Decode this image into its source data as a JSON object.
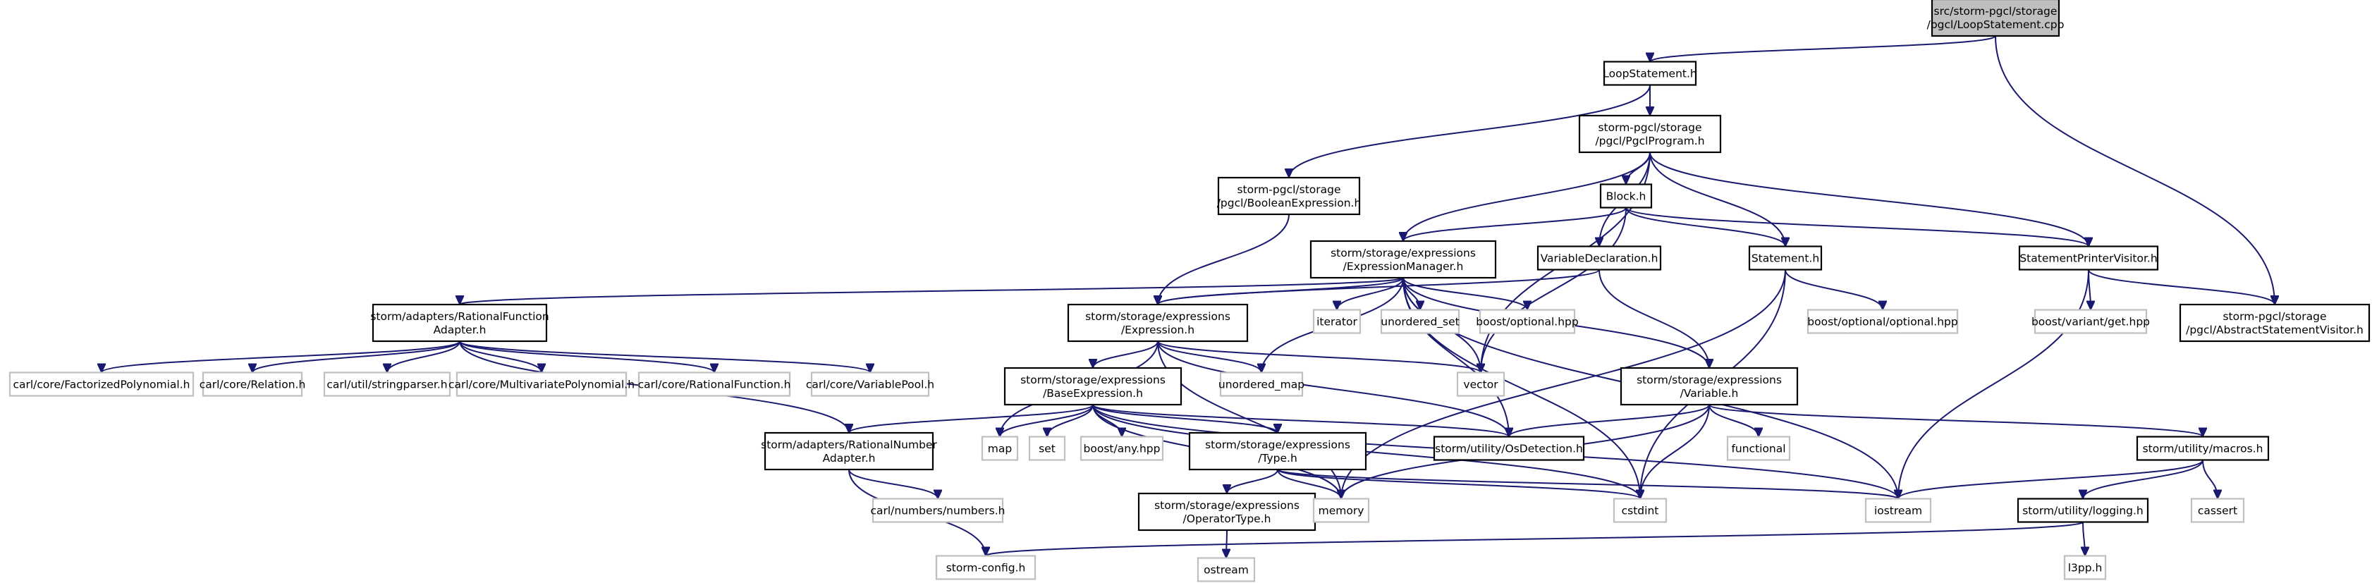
{
  "colors": {
    "edge": "#191970",
    "root_fill": "#bfbfbf",
    "root_stroke": "#000000",
    "local_stroke": "#000000",
    "external_stroke": "#bfbfbf",
    "text": "#000000"
  },
  "nodes": [
    {
      "id": "root",
      "kind": "root",
      "lines": [
        "src/storm-pgcl/storage",
        "/pgcl/LoopStatement.cpp"
      ]
    },
    {
      "id": "loopstmt",
      "kind": "local",
      "lines": [
        "LoopStatement.h"
      ]
    },
    {
      "id": "pgclprog",
      "kind": "local",
      "lines": [
        "storm-pgcl/storage",
        "/pgcl/PgclProgram.h"
      ]
    },
    {
      "id": "boolexpr",
      "kind": "local",
      "lines": [
        "storm-pgcl/storage",
        "/pgcl/BooleanExpression.h"
      ]
    },
    {
      "id": "block",
      "kind": "local",
      "lines": [
        "Block.h"
      ]
    },
    {
      "id": "exprmgr",
      "kind": "local",
      "lines": [
        "storm/storage/expressions",
        "/ExpressionManager.h"
      ]
    },
    {
      "id": "vardecl",
      "kind": "local",
      "lines": [
        "VariableDeclaration.h"
      ]
    },
    {
      "id": "statement",
      "kind": "local",
      "lines": [
        "Statement.h"
      ]
    },
    {
      "id": "stmtprinter",
      "kind": "local",
      "lines": [
        "StatementPrinterVisitor.h"
      ]
    },
    {
      "id": "absvisitor",
      "kind": "local",
      "lines": [
        "storm-pgcl/storage",
        "/pgcl/AbstractStatementVisitor.h"
      ]
    },
    {
      "id": "ratfunc",
      "kind": "local",
      "lines": [
        "storm/adapters/RationalFunction",
        "Adapter.h"
      ]
    },
    {
      "id": "expression",
      "kind": "local",
      "lines": [
        "storm/storage/expressions",
        "/Expression.h"
      ]
    },
    {
      "id": "iterator",
      "kind": "external",
      "lines": [
        "iterator"
      ]
    },
    {
      "id": "unordered_set",
      "kind": "external",
      "lines": [
        "unordered_set"
      ]
    },
    {
      "id": "boostopt",
      "kind": "external",
      "lines": [
        "boost/optional.hpp"
      ]
    },
    {
      "id": "boostoptopt",
      "kind": "external",
      "lines": [
        "boost/optional/optional.hpp"
      ]
    },
    {
      "id": "boostvariant",
      "kind": "external",
      "lines": [
        "boost/variant/get.hpp"
      ]
    },
    {
      "id": "factpoly",
      "kind": "external",
      "lines": [
        "carl/core/FactorizedPolynomial.h"
      ]
    },
    {
      "id": "relation",
      "kind": "external",
      "lines": [
        "carl/core/Relation.h"
      ]
    },
    {
      "id": "stringparser",
      "kind": "external",
      "lines": [
        "carl/util/stringparser.h"
      ]
    },
    {
      "id": "multipoly",
      "kind": "external",
      "lines": [
        "carl/core/MultivariatePolynomial.h"
      ]
    },
    {
      "id": "ratfunction",
      "kind": "external",
      "lines": [
        "carl/core/RationalFunction.h"
      ]
    },
    {
      "id": "varpool",
      "kind": "external",
      "lines": [
        "carl/core/VariablePool.h"
      ]
    },
    {
      "id": "unordered_map",
      "kind": "external",
      "lines": [
        "unordered_map"
      ]
    },
    {
      "id": "vector",
      "kind": "external",
      "lines": [
        "vector"
      ]
    },
    {
      "id": "baseexpr",
      "kind": "local",
      "lines": [
        "storm/storage/expressions",
        "/BaseExpression.h"
      ]
    },
    {
      "id": "variable",
      "kind": "local",
      "lines": [
        "storm/storage/expressions",
        "/Variable.h"
      ]
    },
    {
      "id": "ratnum",
      "kind": "local",
      "lines": [
        "storm/adapters/RationalNumber",
        "Adapter.h"
      ]
    },
    {
      "id": "map",
      "kind": "external",
      "lines": [
        "map"
      ]
    },
    {
      "id": "set",
      "kind": "external",
      "lines": [
        "set"
      ]
    },
    {
      "id": "boostany",
      "kind": "external",
      "lines": [
        "boost/any.hpp"
      ]
    },
    {
      "id": "type",
      "kind": "local",
      "lines": [
        "storm/storage/expressions",
        "/Type.h"
      ]
    },
    {
      "id": "osdetect",
      "kind": "local",
      "lines": [
        "storm/utility/OsDetection.h"
      ]
    },
    {
      "id": "functional",
      "kind": "external",
      "lines": [
        "functional"
      ]
    },
    {
      "id": "macros",
      "kind": "local",
      "lines": [
        "storm/utility/macros.h"
      ]
    },
    {
      "id": "numbers",
      "kind": "external",
      "lines": [
        "carl/numbers/numbers.h"
      ]
    },
    {
      "id": "optype",
      "kind": "local",
      "lines": [
        "storm/storage/expressions",
        "/OperatorType.h"
      ]
    },
    {
      "id": "memory",
      "kind": "external",
      "lines": [
        "memory"
      ]
    },
    {
      "id": "cstdint",
      "kind": "external",
      "lines": [
        "cstdint"
      ]
    },
    {
      "id": "iostream",
      "kind": "external",
      "lines": [
        "iostream"
      ]
    },
    {
      "id": "logging",
      "kind": "local",
      "lines": [
        "storm/utility/logging.h"
      ]
    },
    {
      "id": "cassert",
      "kind": "external",
      "lines": [
        "cassert"
      ]
    },
    {
      "id": "stormconfig",
      "kind": "external",
      "lines": [
        "storm-config.h"
      ]
    },
    {
      "id": "ostream",
      "kind": "external",
      "lines": [
        "ostream"
      ]
    },
    {
      "id": "l3pp",
      "kind": "external",
      "lines": [
        "l3pp.h"
      ]
    }
  ],
  "edges": [
    [
      "root",
      "loopstmt"
    ],
    [
      "root",
      "absvisitor"
    ],
    [
      "loopstmt",
      "pgclprog"
    ],
    [
      "loopstmt",
      "boolexpr"
    ],
    [
      "pgclprog",
      "block"
    ],
    [
      "pgclprog",
      "exprmgr"
    ],
    [
      "pgclprog",
      "vardecl"
    ],
    [
      "pgclprog",
      "statement"
    ],
    [
      "pgclprog",
      "stmtprinter"
    ],
    [
      "pgclprog",
      "vector"
    ],
    [
      "boolexpr",
      "expression"
    ],
    [
      "block",
      "exprmgr"
    ],
    [
      "block",
      "statement"
    ],
    [
      "block",
      "stmtprinter"
    ],
    [
      "block",
      "vector"
    ],
    [
      "exprmgr",
      "ratfunc"
    ],
    [
      "exprmgr",
      "expression"
    ],
    [
      "exprmgr",
      "iterator"
    ],
    [
      "exprmgr",
      "unordered_set"
    ],
    [
      "exprmgr",
      "boostopt"
    ],
    [
      "exprmgr",
      "unordered_map"
    ],
    [
      "exprmgr",
      "vector"
    ],
    [
      "exprmgr",
      "variable"
    ],
    [
      "exprmgr",
      "osdetect"
    ],
    [
      "exprmgr",
      "cstdint"
    ],
    [
      "exprmgr",
      "iostream"
    ],
    [
      "vardecl",
      "expression"
    ],
    [
      "vardecl",
      "variable"
    ],
    [
      "statement",
      "boostoptopt"
    ],
    [
      "statement",
      "memory"
    ],
    [
      "statement",
      "cstdint"
    ],
    [
      "stmtprinter",
      "absvisitor"
    ],
    [
      "stmtprinter",
      "boostvariant"
    ],
    [
      "stmtprinter",
      "iostream"
    ],
    [
      "ratfunc",
      "factpoly"
    ],
    [
      "ratfunc",
      "relation"
    ],
    [
      "ratfunc",
      "stringparser"
    ],
    [
      "ratfunc",
      "multipoly"
    ],
    [
      "ratfunc",
      "ratfunction"
    ],
    [
      "ratfunc",
      "varpool"
    ],
    [
      "ratfunc",
      "ratnum"
    ],
    [
      "expression",
      "baseexpr"
    ],
    [
      "expression",
      "unordered_map"
    ],
    [
      "expression",
      "vector"
    ],
    [
      "expression",
      "map"
    ],
    [
      "expression",
      "memory"
    ],
    [
      "expression",
      "osdetect"
    ],
    [
      "baseexpr",
      "ratnum"
    ],
    [
      "baseexpr",
      "map"
    ],
    [
      "baseexpr",
      "set"
    ],
    [
      "baseexpr",
      "boostany"
    ],
    [
      "baseexpr",
      "type"
    ],
    [
      "baseexpr",
      "memory"
    ],
    [
      "baseexpr",
      "osdetect"
    ],
    [
      "baseexpr",
      "cstdint"
    ],
    [
      "baseexpr",
      "iostream"
    ],
    [
      "variable",
      "osdetect"
    ],
    [
      "variable",
      "functional"
    ],
    [
      "variable",
      "macros"
    ],
    [
      "variable",
      "memory"
    ],
    [
      "variable",
      "cstdint"
    ],
    [
      "ratnum",
      "numbers"
    ],
    [
      "ratnum",
      "stormconfig"
    ],
    [
      "type",
      "optype"
    ],
    [
      "type",
      "memory"
    ],
    [
      "type",
      "cstdint"
    ],
    [
      "type",
      "iostream"
    ],
    [
      "optype",
      "ostream"
    ],
    [
      "macros",
      "iostream"
    ],
    [
      "macros",
      "logging"
    ],
    [
      "macros",
      "cassert"
    ],
    [
      "logging",
      "stormconfig"
    ],
    [
      "logging",
      "l3pp"
    ]
  ]
}
